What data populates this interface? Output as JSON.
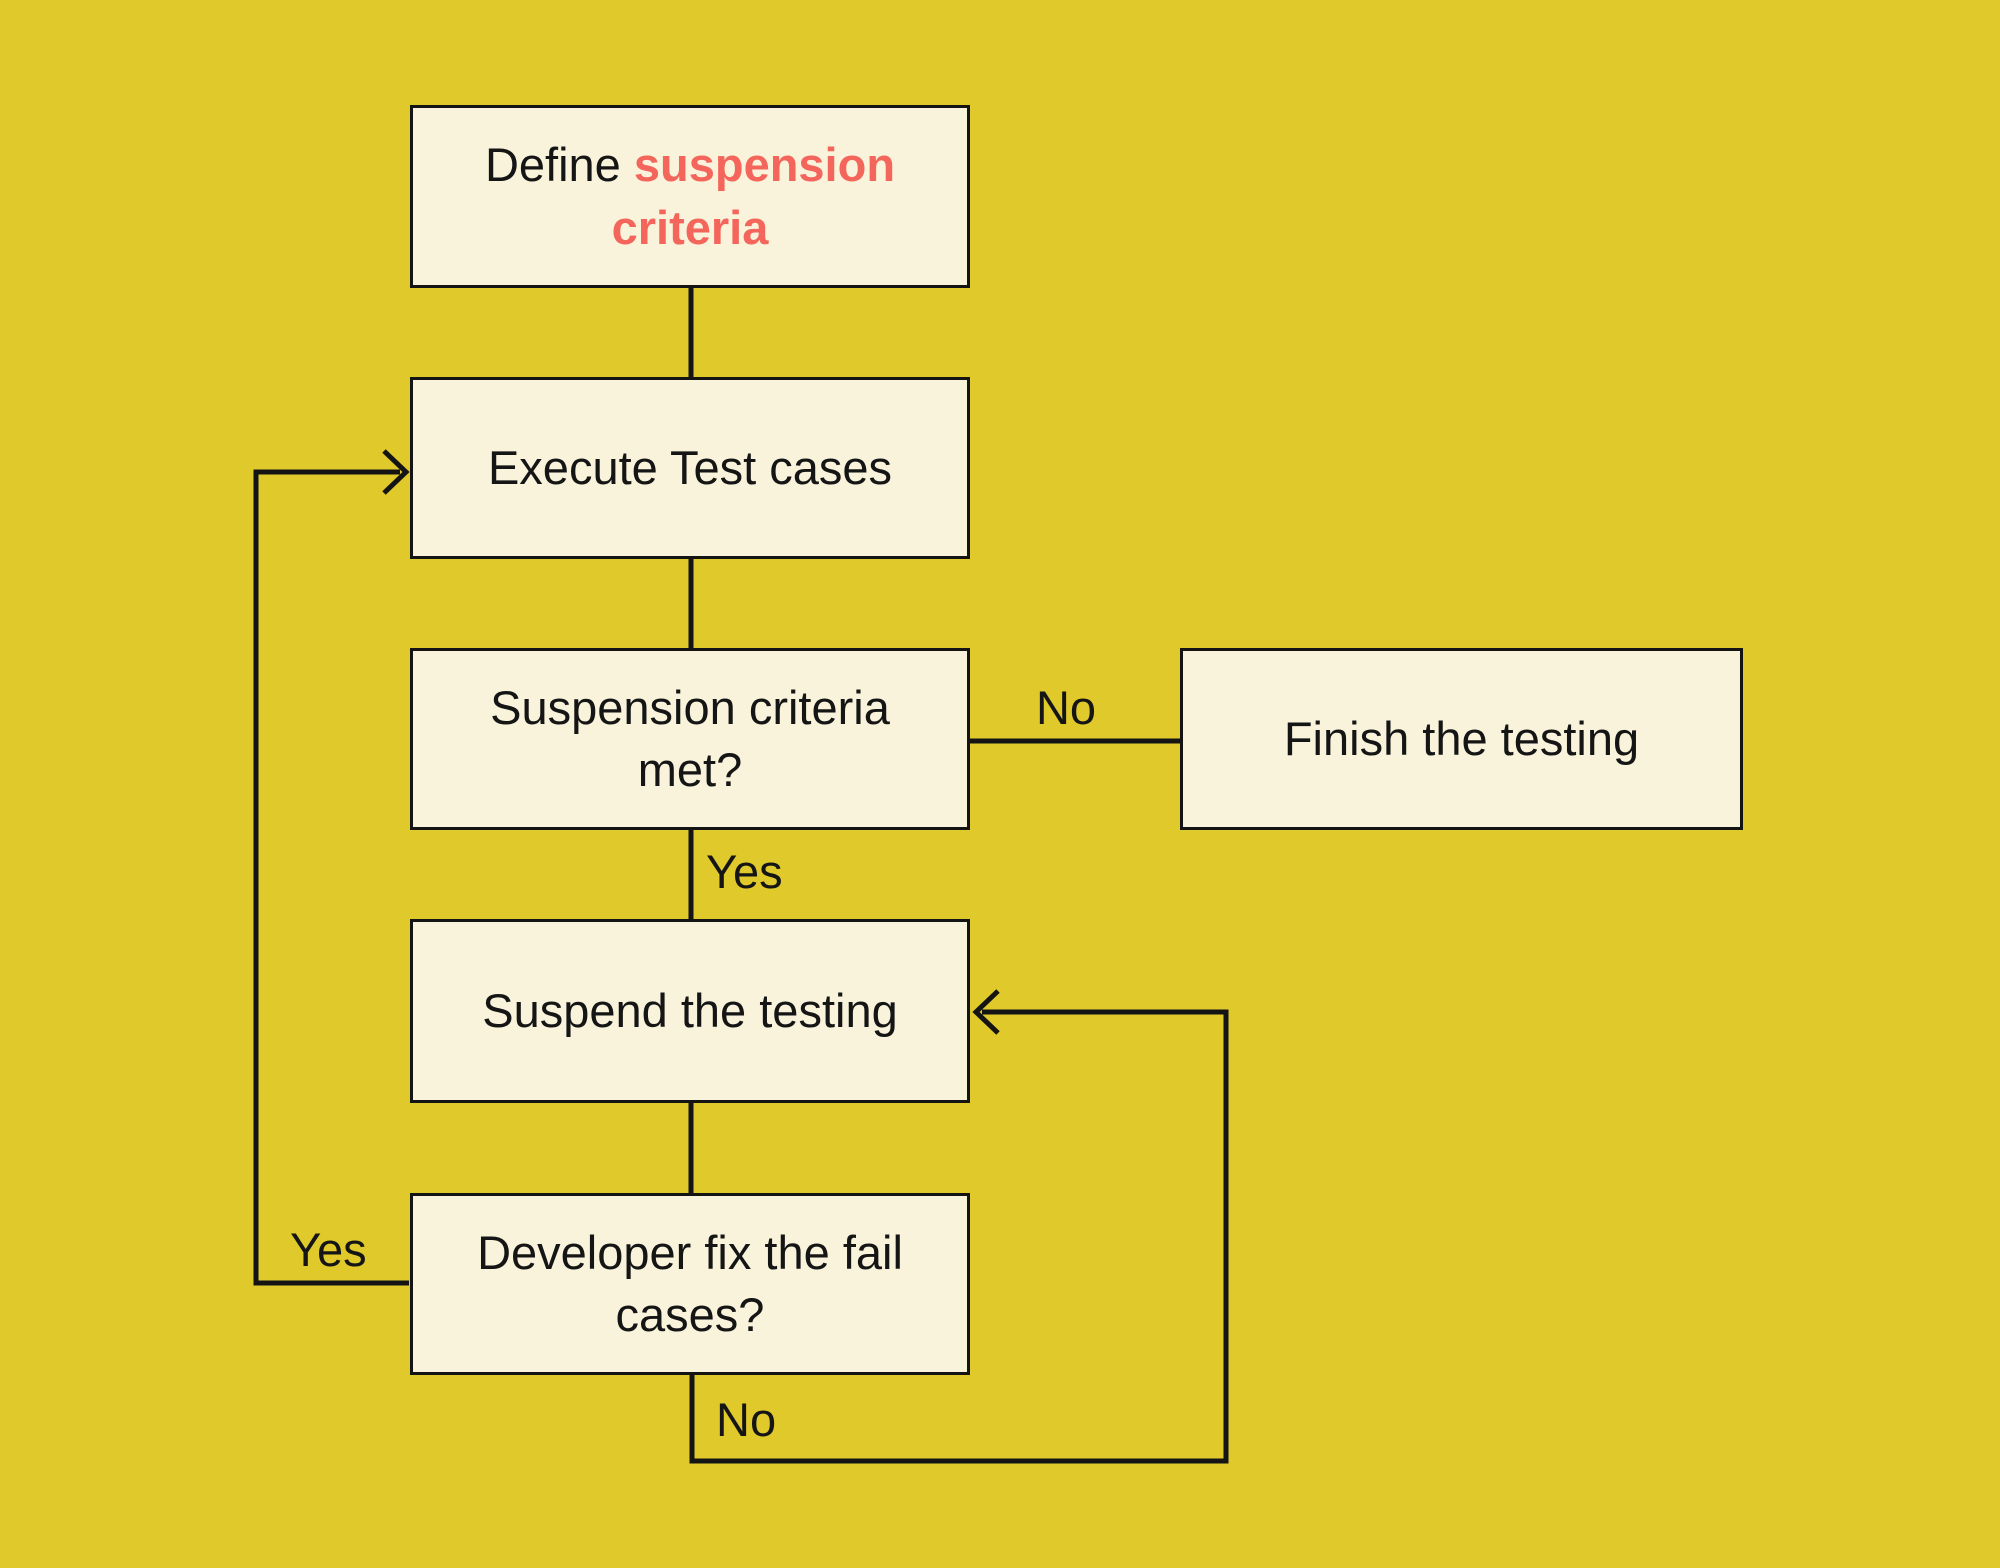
{
  "diagram": {
    "type": "flowchart",
    "colors": {
      "background": "#e0c92b",
      "node_fill": "#f8f3da",
      "node_border": "#141414",
      "connector_line": "#141414",
      "text": "#151515",
      "accent_text": "#f4655c"
    },
    "nodes": {
      "define": {
        "prefix": "Define ",
        "accent": "suspension criteria"
      },
      "execute": {
        "label": "Execute Test cases"
      },
      "criteria_met": {
        "label": "Suspension criteria met?"
      },
      "finish": {
        "label": "Finish the testing"
      },
      "suspend": {
        "label": "Suspend the testing"
      },
      "developer_fix": {
        "label": "Developer fix the fail cases?"
      }
    },
    "edge_labels": {
      "criteria_no": "No",
      "criteria_yes": "Yes",
      "developer_yes": "Yes",
      "developer_no": "No"
    }
  }
}
